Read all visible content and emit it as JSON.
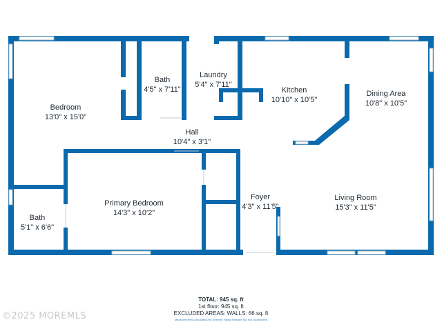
{
  "rooms": {
    "bedroom": {
      "name": "Bedroom",
      "dim": "13'0\" x 15'0\""
    },
    "bath1": {
      "name": "Bath",
      "dim": "4'5\" x 7'11\""
    },
    "laundry": {
      "name": "Laundry",
      "dim": "5'4\" x 7'11\""
    },
    "kitchen": {
      "name": "Kitchen",
      "dim": "10'10\" x 10'5\""
    },
    "dining": {
      "name": "Dining Area",
      "dim": "10'8\" x 10'5\""
    },
    "hall": {
      "name": "Hall",
      "dim": "10'4\" x 3'1\""
    },
    "primary": {
      "name": "Primary Bedroom",
      "dim": "14'3\" x 10'2\""
    },
    "bath2": {
      "name": "Bath",
      "dim": "5'1\" x 6'6\""
    },
    "foyer": {
      "name": "Foyer",
      "dim": "4'3\" x 11'5\""
    },
    "living": {
      "name": "Living Room",
      "dim": "15'3\" x 11'5\""
    }
  },
  "totals": {
    "total": "TOTAL: 945 sq. ft",
    "floor": "1st floor: 945 sq. ft",
    "excluded": "EXCLUDED AREAS: WALLS: 66 sq. ft",
    "note": "Measurements Calculated Are Deemed Highly Reliable But Not Guaranteed"
  },
  "watermark": "©2025 MOREMLS",
  "colors": {
    "wall": "#0a6aad",
    "window": "#9ab6c8",
    "text": "#1f2a33",
    "watermark": "#c9c9c9"
  }
}
